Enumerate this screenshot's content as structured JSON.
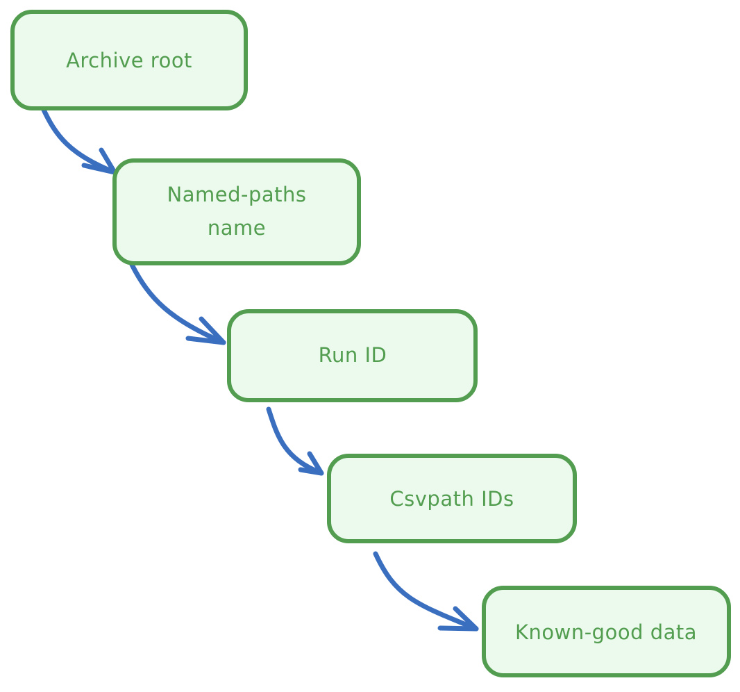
{
  "diagram": {
    "nodes": [
      {
        "id": "archive-root",
        "lines": [
          "Archive root"
        ]
      },
      {
        "id": "named-paths-name",
        "lines": [
          "Named-paths",
          "name"
        ]
      },
      {
        "id": "run-id",
        "lines": [
          "Run ID"
        ]
      },
      {
        "id": "csvpath-ids",
        "lines": [
          "Csvpath IDs"
        ]
      },
      {
        "id": "known-good-data",
        "lines": [
          "Known-good data"
        ]
      }
    ],
    "edges": [
      {
        "from": "archive-root",
        "to": "named-paths-name"
      },
      {
        "from": "named-paths-name",
        "to": "run-id"
      },
      {
        "from": "run-id",
        "to": "csvpath-ids"
      },
      {
        "from": "csvpath-ids",
        "to": "known-good-data"
      }
    ],
    "colors": {
      "node_stroke": "#529d4f",
      "node_fill": "#ebfaec",
      "text": "#529d4f",
      "arrow": "#3a6fc0"
    }
  }
}
